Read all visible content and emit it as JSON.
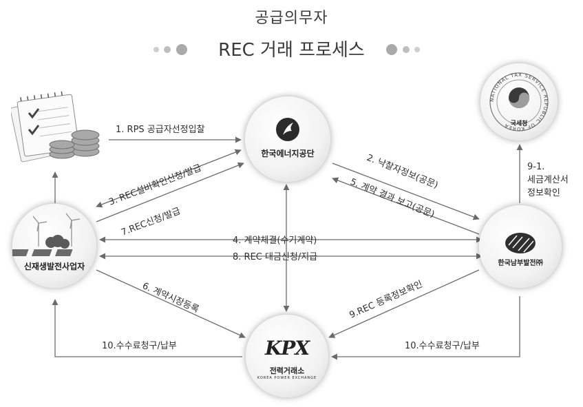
{
  "header": {
    "subtitle": "공급의무자",
    "title": "REC 거래 프로세스"
  },
  "nodes": {
    "energy_agency": "한국에너지공단",
    "kospo": "한국남부발전㈜",
    "generator": "신재생발전사업자",
    "kpx_logo": "KPX",
    "kpx": "전력거래소",
    "kpx_english": "KOREA POWER EXCHANGE",
    "nts": "국세청",
    "nts_ring": "NATIONAL TAX SERVICE REPUBLIC OF KOREA"
  },
  "steps": {
    "s1": "1. RPS 공급자선정입찰",
    "s2": "2. 낙찰자정보(공문)",
    "s3": "3. REC설비확인신청/발급",
    "s4": "4. 계약체결(수기계약)",
    "s5": "5. 계약 결과 보고(공문)",
    "s6": "6. 계약시장등록",
    "s7": "7.REC신청/발급",
    "s8": "8. REC 대금신청/지급",
    "s9": "9.REC 등록정보확인",
    "s9_1_num": "9-1.",
    "s9_1_line1": "세금계산서",
    "s9_1_line2": "정보확인",
    "s10_left": "10.수수료청구/납부",
    "s10_right": "10.수수료청구/납부"
  },
  "icons": {
    "energy_agency": "energy-agency-logo",
    "kospo": "kospo-logo",
    "generator": "solar-wind-farm-illustration",
    "nts": "nts-seal",
    "documents": "contract-documents-coins-illustration"
  },
  "colors": {
    "arrow": "#6a6a6a",
    "text": "#2e2e2e",
    "node_shadow": "#9a9a9a"
  }
}
